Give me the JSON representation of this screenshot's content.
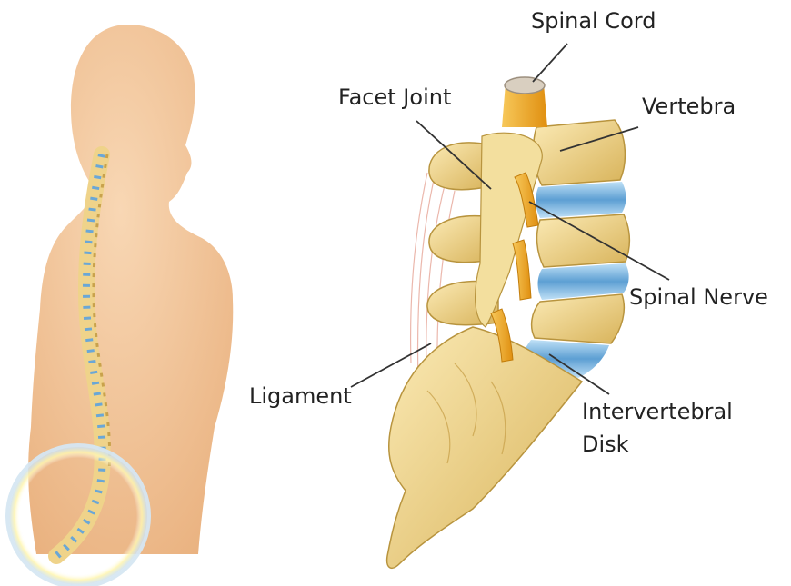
{
  "labels": {
    "spinal_cord": "Spinal Cord",
    "facet_joint": "Facet Joint",
    "vertebra": "Vertebra",
    "spinal_nerve": "Spinal Nerve",
    "ligament": "Ligament",
    "intervertebral_disk_line1": "Intervertebral",
    "intervertebral_disk_line2": "Disk"
  },
  "colors": {
    "skin": "#f3c9a0",
    "bone": "#f1d98a",
    "bone_shadow": "#d8b55a",
    "disk": "#6aa7d6",
    "nerve": "#f0a81e",
    "highlight_ring": "#cfe2f0",
    "leader_line": "#333333"
  }
}
